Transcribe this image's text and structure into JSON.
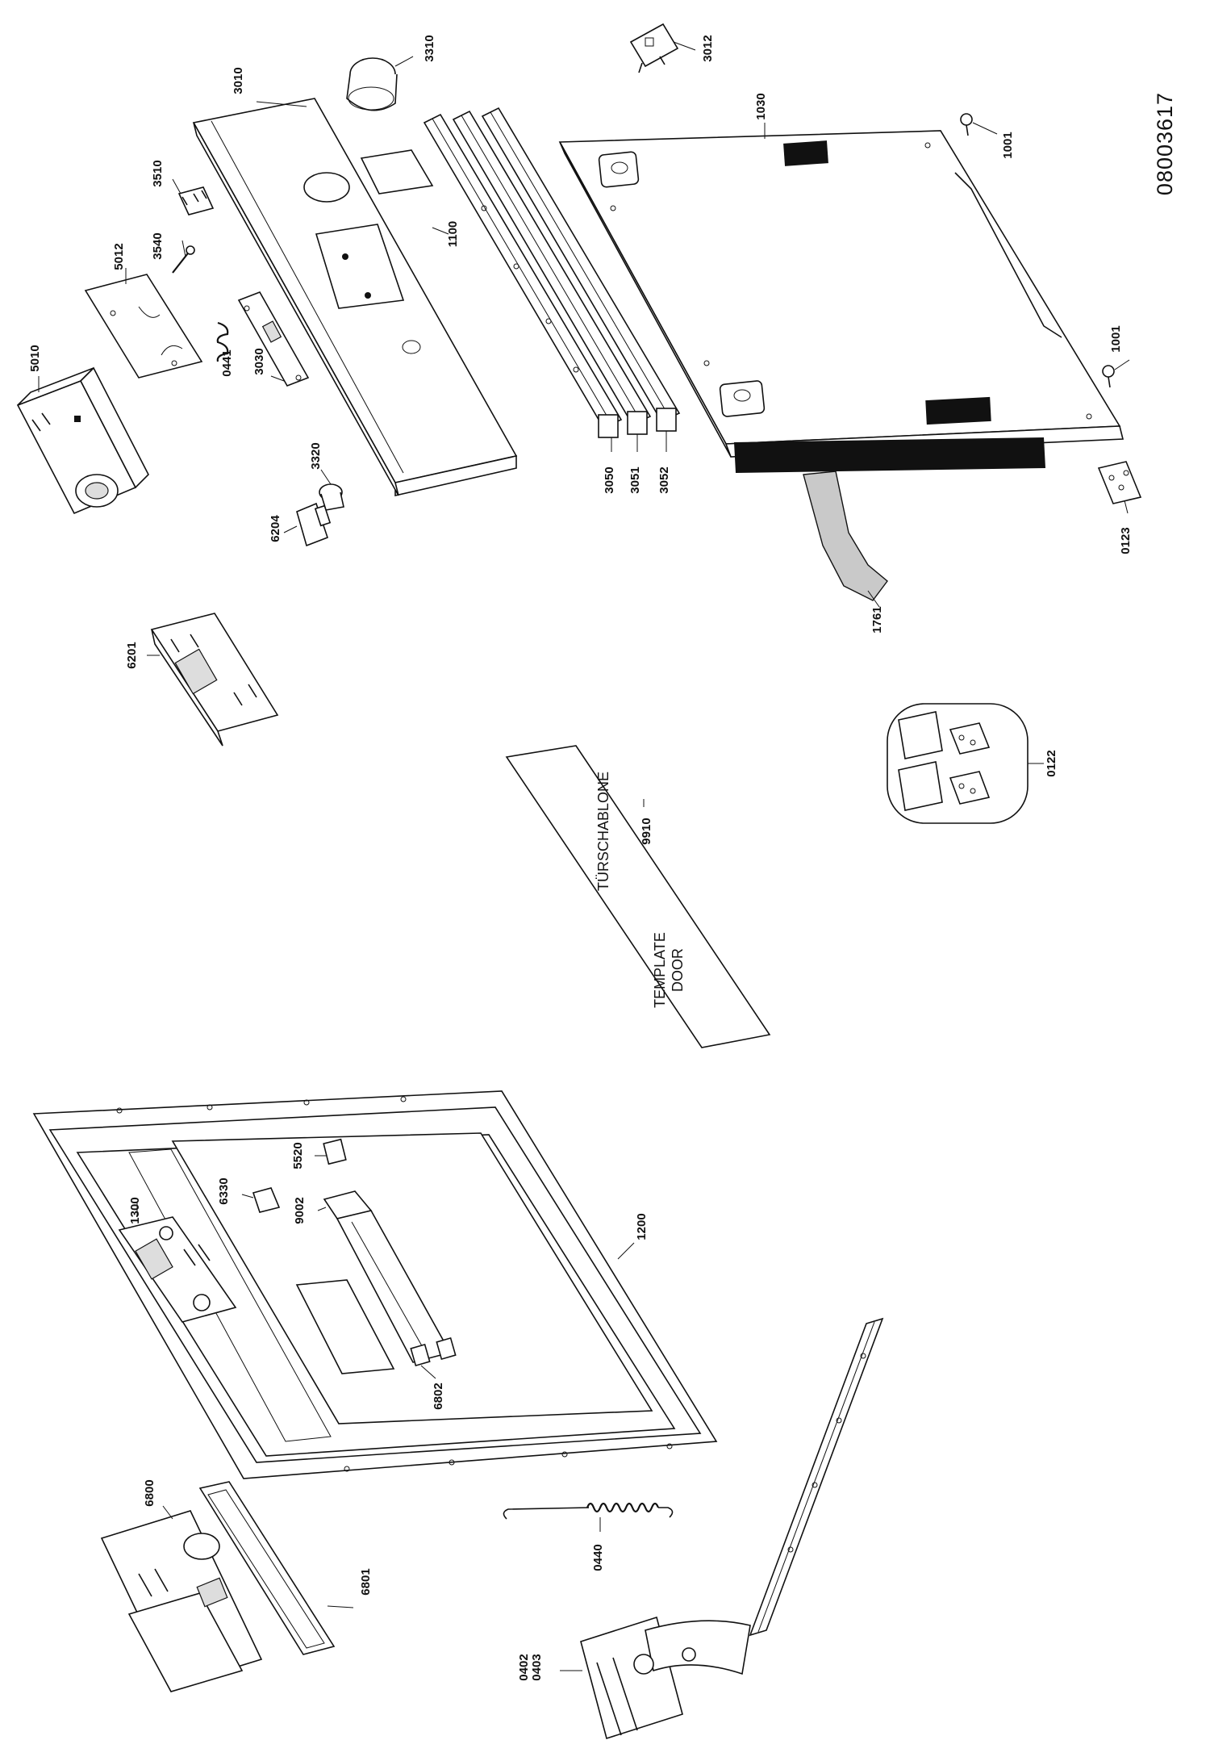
{
  "document_id": "08003617",
  "template": {
    "label_de": "TÜRSCHABLONE",
    "label_en_1": "TEMPLATE",
    "label_en_2": "DOOR"
  },
  "parts": {
    "p3310": "3310",
    "p3012": "3012",
    "p3010": "3010",
    "p1030": "1030",
    "p1001a": "1001",
    "p1001b": "1001",
    "p3510": "3510",
    "p3540": "3540",
    "p5012": "5012",
    "p1100": "1100",
    "p5010": "5010",
    "p0441": "0441",
    "p3030": "3030",
    "p3320": "3320",
    "p6204": "6204",
    "p3050": "3050",
    "p3051": "3051",
    "p3052": "3052",
    "p0123": "0123",
    "p1761": "1761",
    "p6201": "6201",
    "p9910": "9910",
    "p0122": "0122",
    "p1300": "1300",
    "p6330": "6330",
    "p5520": "5520",
    "p9002": "9002",
    "p1200": "1200",
    "p6802": "6802",
    "p6800": "6800",
    "p6801": "6801",
    "p0440": "0440",
    "p0402": "0402",
    "p0403": "0403"
  }
}
